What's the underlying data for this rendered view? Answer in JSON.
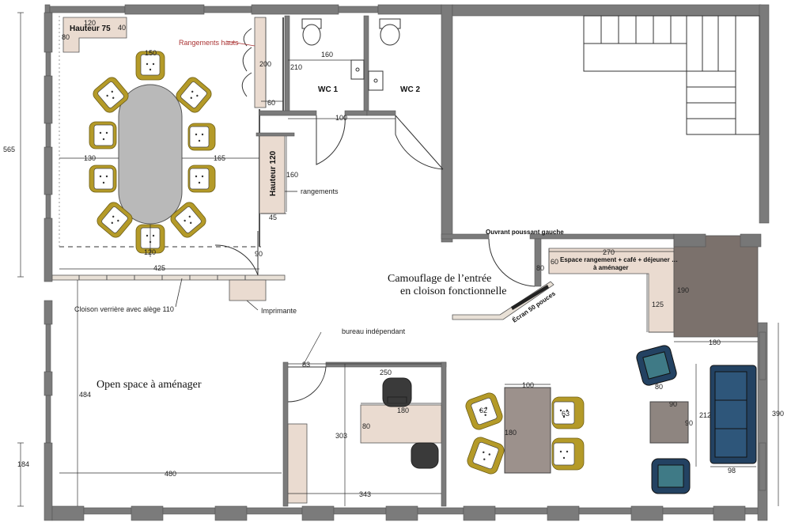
{
  "labels": {
    "hauteur75": "Hauteur 75",
    "rangements_hauts": "Rangements hauts",
    "wc1": "WC 1",
    "wc2": "WC 2",
    "hauteur120": "Hauteur 120",
    "rangements": "rangements",
    "ouvrant": "Ouvrant poussant gauche",
    "espace1": "Espace rangement + café + déjeuner …",
    "espace2": "à aménager",
    "camouflage1": "Camouflage de l’entrée",
    "camouflage2": "en cloison fonctionnelle",
    "ecran": "Écran 50 pouces",
    "cloison": "Cloison verrière avec alège 110",
    "imprimante": "Imprimante",
    "bureau": "bureau indépendant",
    "openspace": "Open space à aménager"
  },
  "dims": {
    "d120": "120",
    "d80a": "80",
    "d40": "40",
    "d150": "150",
    "d200": "200",
    "d210": "210",
    "d160a": "160",
    "d60a": "60",
    "d100a": "100",
    "d565": "565",
    "d130": "130",
    "d165": "165",
    "d160b": "160",
    "d45": "45",
    "d120b": "120",
    "d90a": "90",
    "d425": "425",
    "d270": "270",
    "d60b": "60",
    "d80b": "80",
    "d125": "125",
    "d190": "190",
    "d180a": "180",
    "d80c": "80",
    "d90b": "90",
    "d90c": "90",
    "d212": "212",
    "d98": "98",
    "d390": "390",
    "d83": "83",
    "d250": "250",
    "d180b": "180",
    "d80d": "80",
    "d303": "303",
    "d343": "343",
    "d100b": "100",
    "d62": "62",
    "d63": "63",
    "d180c": "180",
    "d484": "484",
    "d480": "480",
    "d184": "184"
  }
}
